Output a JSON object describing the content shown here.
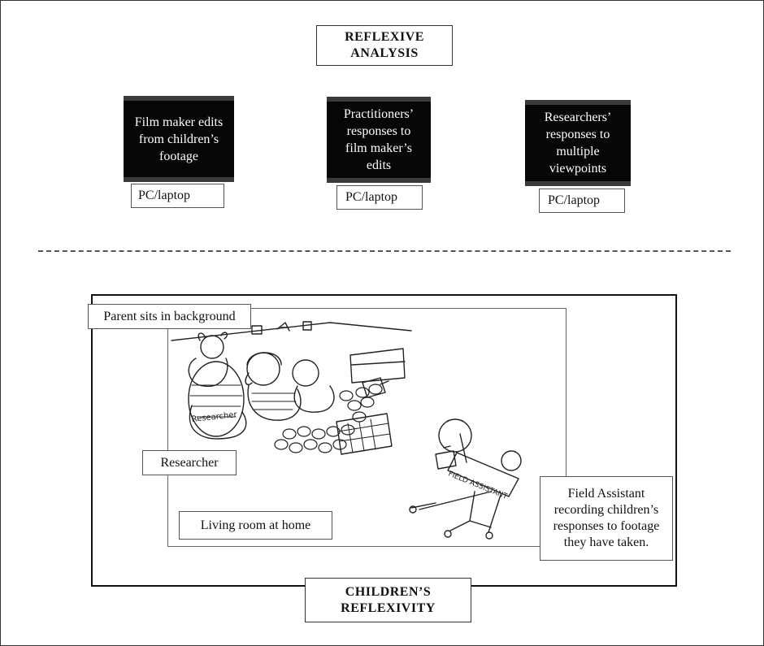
{
  "reflexive_analysis": {
    "title": "REFLEXIVE ANALYSIS",
    "stages": [
      {
        "screen_text": "Film maker edits from children’s footage",
        "device": "PC/laptop"
      },
      {
        "screen_text": "Practitioners’ responses to film maker’s edits",
        "device": "PC/laptop"
      },
      {
        "screen_text": "Researchers’ responses to multiple viewpoints",
        "device": "PC/laptop"
      }
    ]
  },
  "childrens_reflexivity": {
    "title": "CHILDREN’S REFLEXIVITY",
    "labels": {
      "parent": "Parent sits in background",
      "researcher": "Researcher",
      "room": "Living room at home",
      "field_assistant": "Field Assistant recording children’s responses to footage they have taken."
    },
    "drawing_text": {
      "researcher_tag": "Researcher",
      "field_assistant_tag": "FIELD ASSISTANT"
    }
  }
}
